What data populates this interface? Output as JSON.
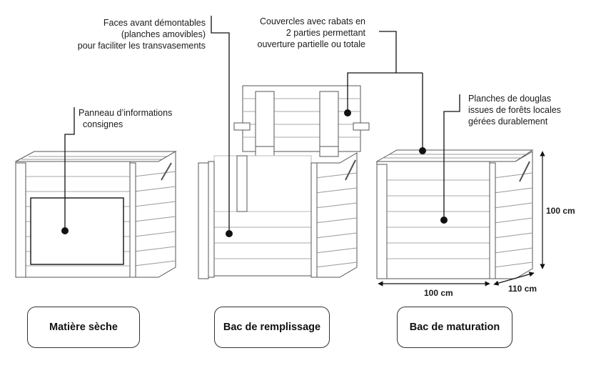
{
  "annotations": {
    "faces": [
      "Faces avant démontables",
      "(planches amovibles)",
      "pour faciliter les transvasements"
    ],
    "couvercles": [
      "Couvercles avec rabats en",
      "2 parties permettant",
      "ouverture partielle ou totale"
    ],
    "panneau": [
      "Panneau d’informations",
      "consignes"
    ],
    "planches": [
      "Planches de douglas",
      "issues de forêts locales",
      "gérées durablement"
    ]
  },
  "dimensions": {
    "height": "100 cm",
    "width": "100 cm",
    "depth": "110 cm"
  },
  "bins": [
    {
      "label": "Matière sèche"
    },
    {
      "label": "Bac de remplissage"
    },
    {
      "label": "Bac de maturation"
    }
  ]
}
